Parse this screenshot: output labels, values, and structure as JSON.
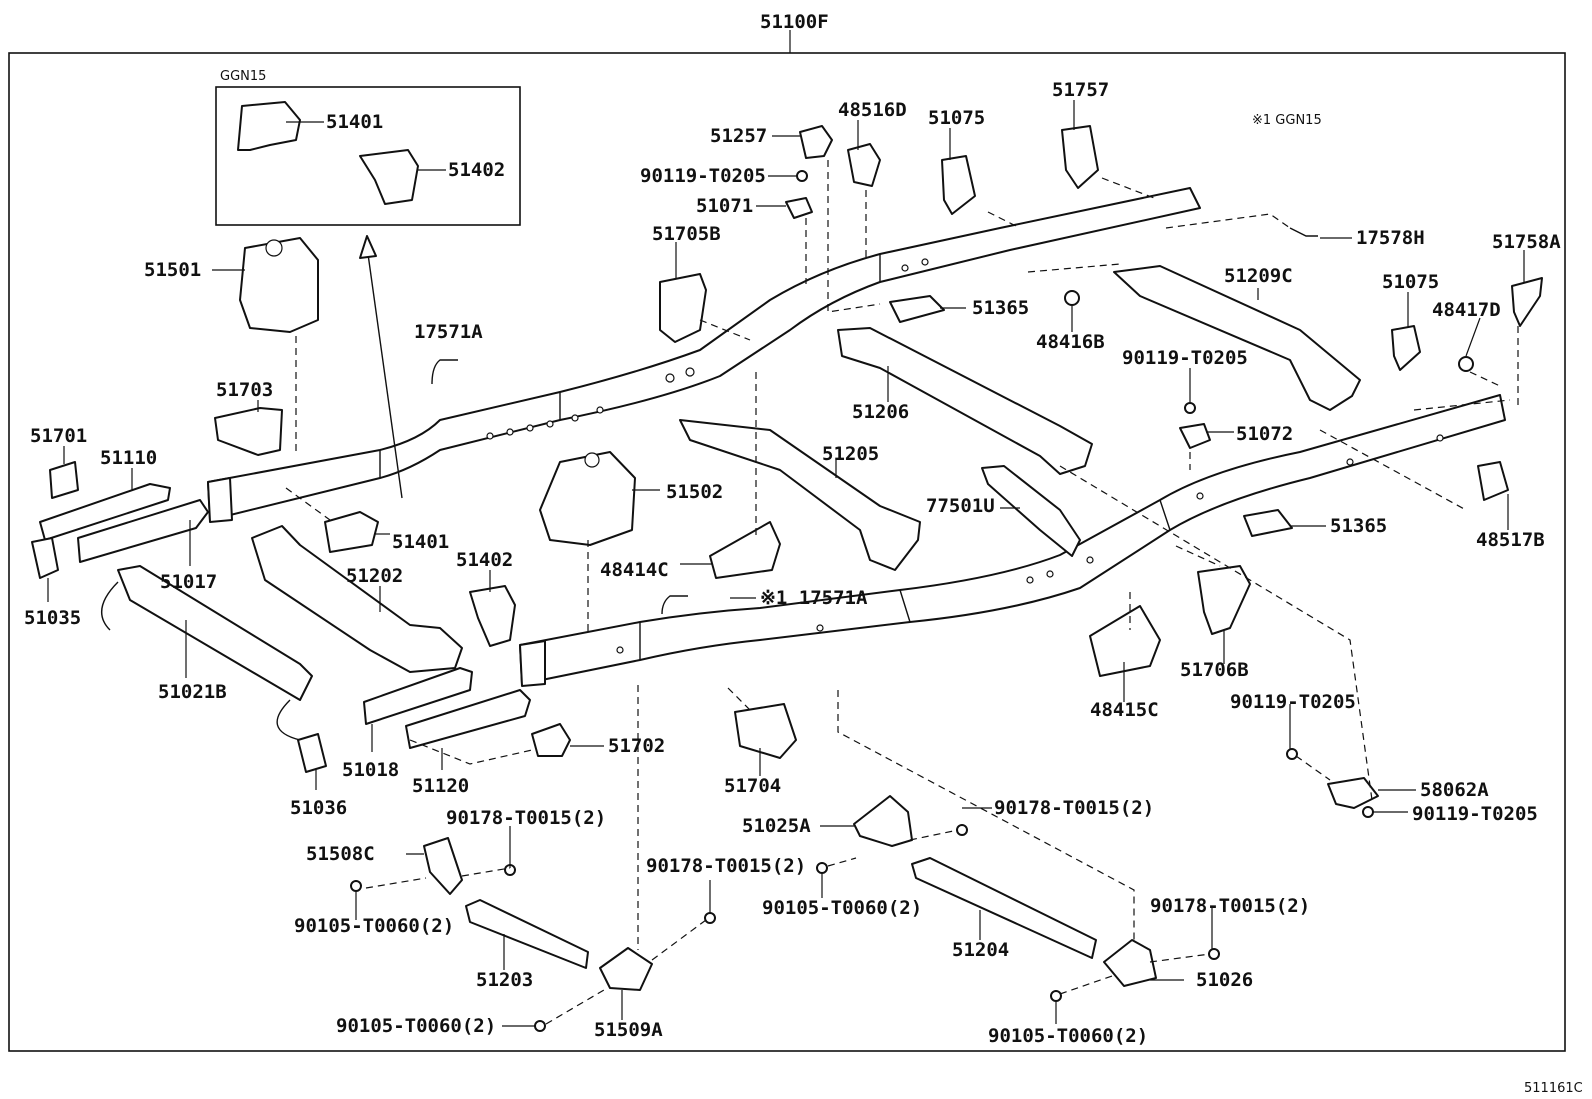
{
  "labels": {
    "assembly": "51100F",
    "ggn15": "GGN15",
    "note_ggn15": "※1 GGN15",
    "illustration_code": "511161C"
  },
  "parts": {
    "p51401": "51401",
    "p51402": "51402",
    "p51501": "51501",
    "p17571a": "17571A",
    "p17571a_note": "※1 17571A",
    "p51703": "51703",
    "p51701": "51701",
    "p51110": "51110",
    "p51017": "51017",
    "p51035": "51035",
    "p51021b": "51021B",
    "p51202": "51202",
    "p51018": "51018",
    "p51120": "51120",
    "p51702": "51702",
    "p51036": "51036",
    "p51502": "51502",
    "p51705b": "51705B",
    "p51257": "51257",
    "p90119_t0205": "90119-T0205",
    "p51071": "51071",
    "p48516d": "48516D",
    "p51075": "51075",
    "p51757": "51757",
    "p51205": "51205",
    "p48414c": "48414C",
    "p51365": "51365",
    "p51206": "51206",
    "p77501u": "77501U",
    "p48416b": "48416B",
    "p51209c": "51209C",
    "p17578h": "17578H",
    "p51758a": "51758A",
    "p48417d": "48417D",
    "p51072": "51072",
    "p48517b": "48517B",
    "p51706b": "51706B",
    "p48415c": "48415C",
    "p51704": "51704",
    "p58062a": "58062A",
    "p90178_t0015_2": "90178-T0015(2)",
    "p51508c": "51508C",
    "p90105_t0060_2": "90105-T0060(2)",
    "p51203": "51203",
    "p51509a": "51509A",
    "p51025a": "51025A",
    "p51204": "51204",
    "p51026": "51026"
  }
}
